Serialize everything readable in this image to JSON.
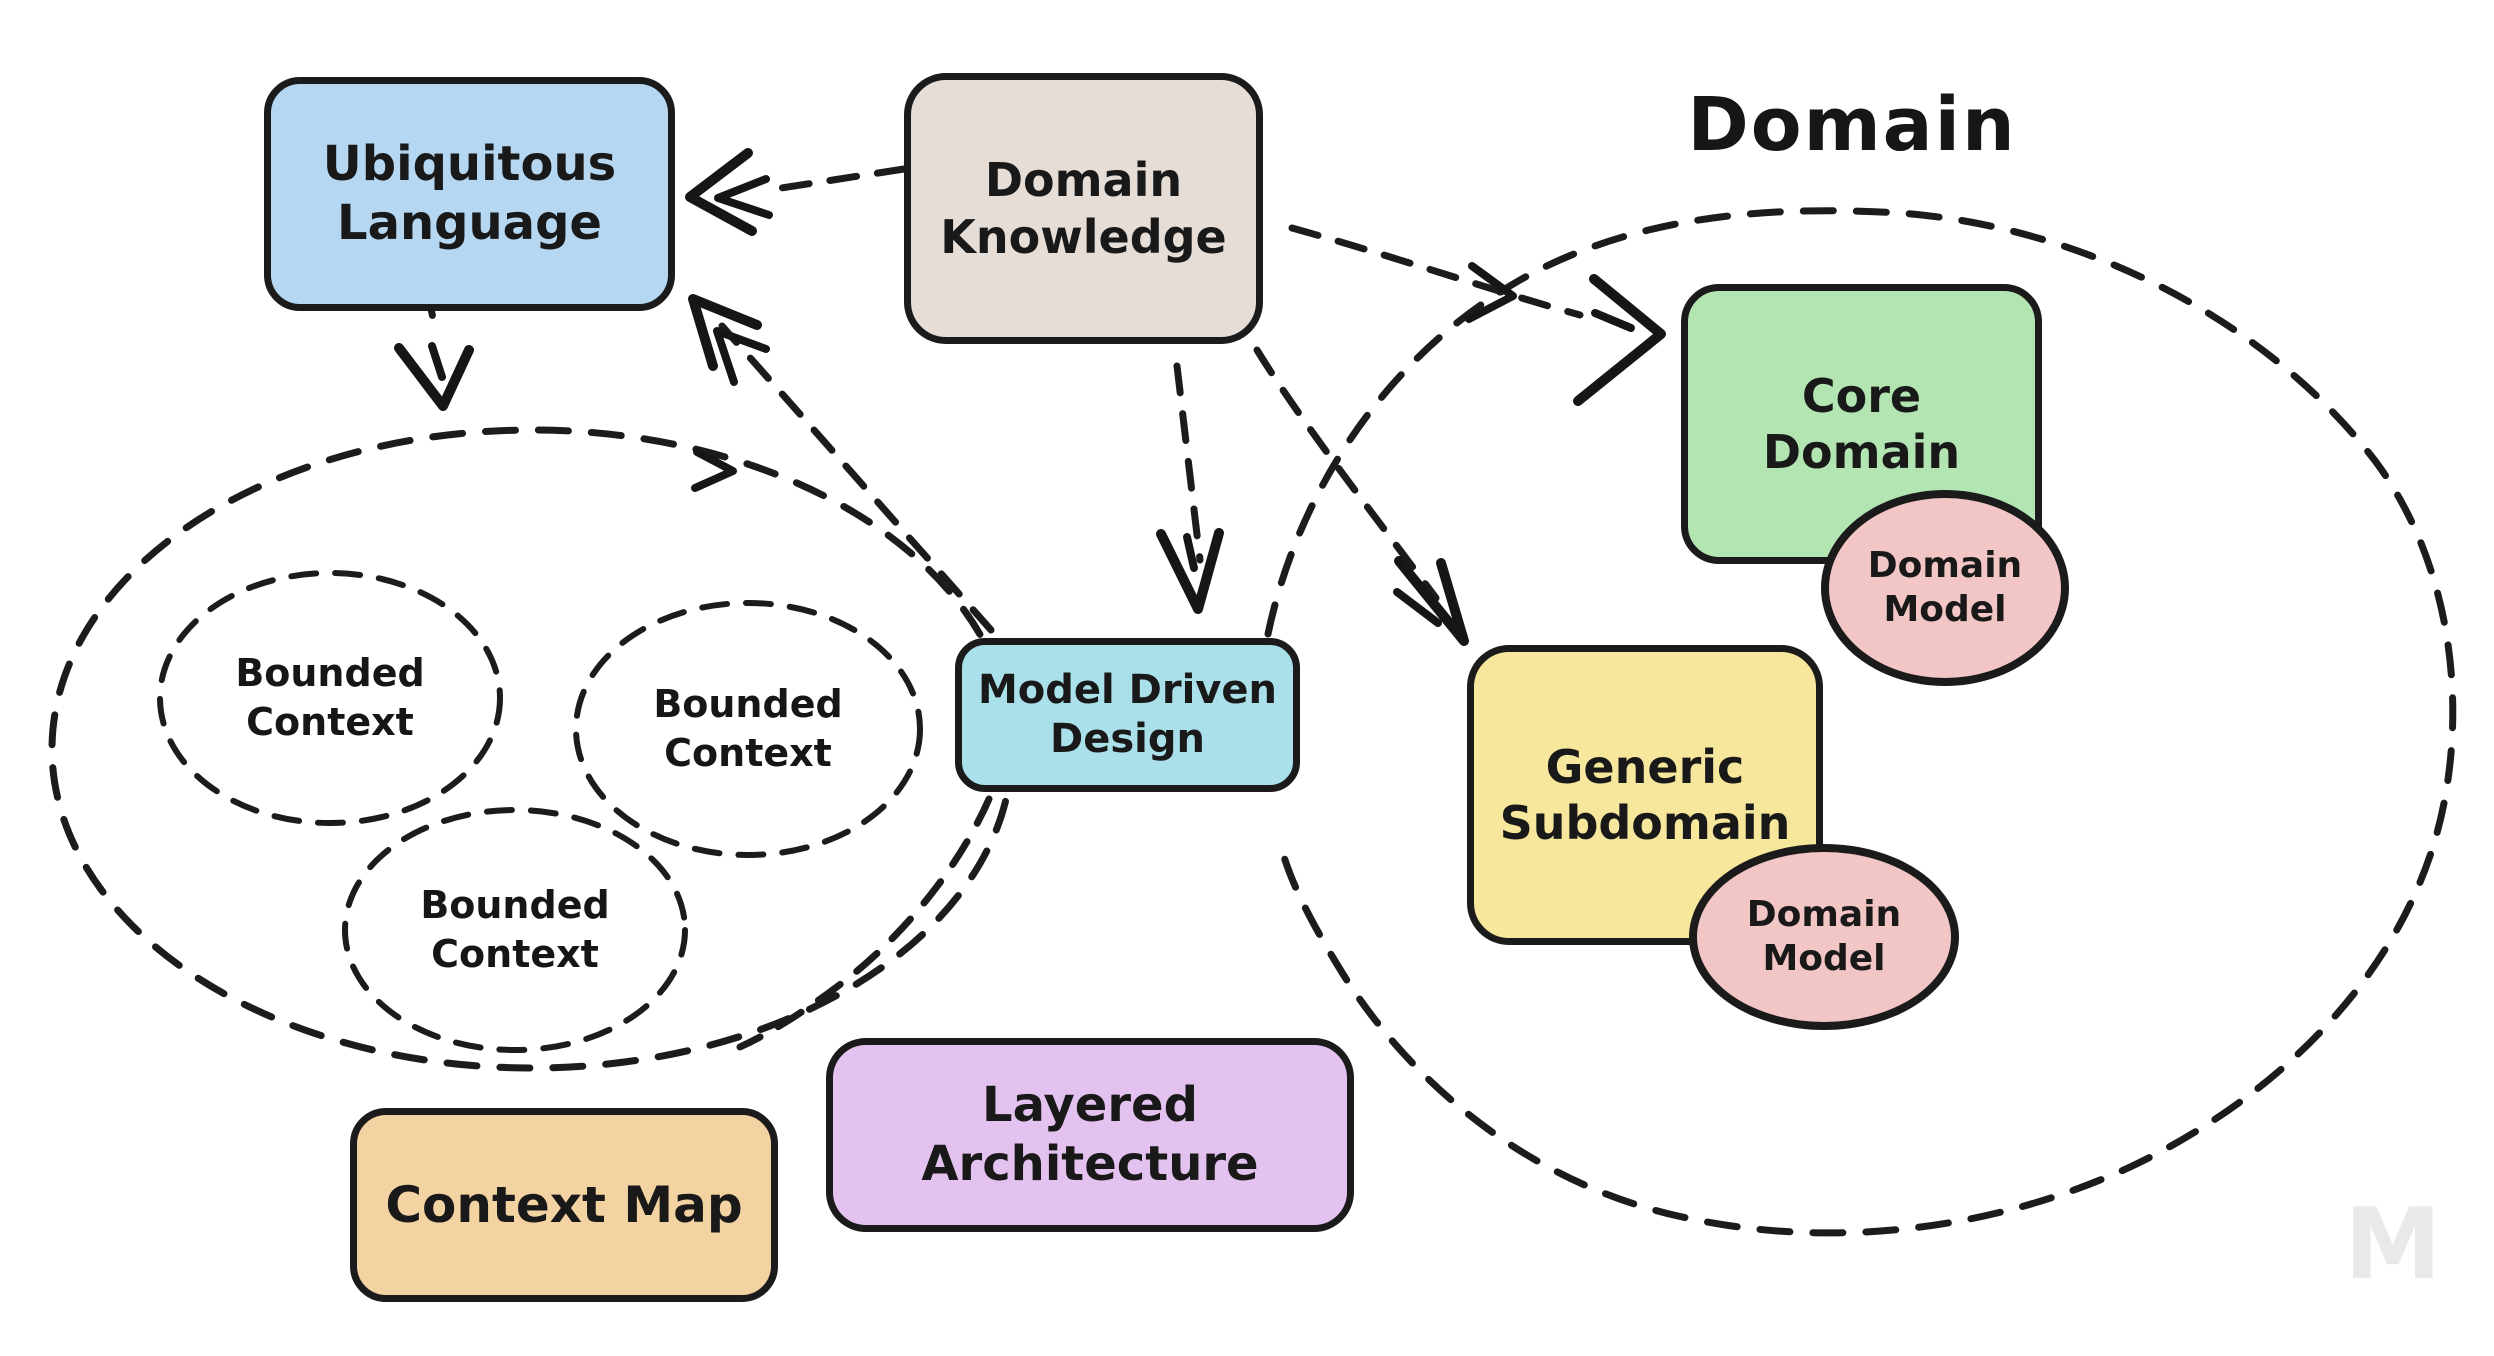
{
  "diagram_title": "Domain",
  "boxes": {
    "ubiquitous_language": {
      "label": "Ubiquitous\nLanguage",
      "fill": "#b5d7f1"
    },
    "domain_knowledge": {
      "label": "Domain\nKnowledge",
      "fill": "#e6ddd6"
    },
    "model_driven_design": {
      "label": "Model Driven\nDesign",
      "fill": "#a9e0ea"
    },
    "core_domain": {
      "label": "Core\nDomain",
      "fill": "#b2e5b2"
    },
    "generic_subdomain": {
      "label": "Generic\nSubdomain",
      "fill": "#f6e79c"
    },
    "context_map": {
      "label": "Context Map",
      "fill": "#f4d3a2"
    },
    "layered_architecture": {
      "label": "Layered\nArchitecture",
      "fill": "#e4c2f0"
    }
  },
  "model_ellipses": {
    "core_domain_model": {
      "label": "Domain\nModel",
      "fill": "#f2c6c4"
    },
    "generic_domain_model": {
      "label": "Domain\nModel",
      "fill": "#f2c6c4"
    }
  },
  "bounded_contexts": [
    {
      "label": "Bounded\nContext"
    },
    {
      "label": "Bounded\nContext"
    },
    {
      "label": "Bounded\nContext"
    }
  ],
  "watermark": "M",
  "colors": {
    "stroke": "#1c1c1c",
    "background": "#ffffff",
    "watermark_gray": "#e9e9e9"
  }
}
